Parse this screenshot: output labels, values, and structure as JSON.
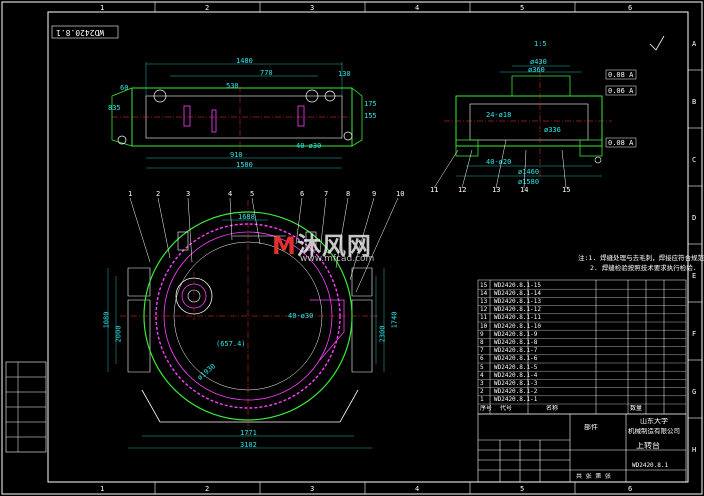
{
  "drawing_id": "WD2420.8.1",
  "scale_label": "1:5",
  "roughness": "√",
  "zones_top": [
    "1",
    "2",
    "3",
    "4",
    "5",
    "6"
  ],
  "zones_side": [
    "A",
    "B",
    "C",
    "D",
    "E",
    "F",
    "G",
    "H"
  ],
  "dims_top": [
    "1480",
    "770",
    "530",
    "910",
    "1580",
    "130",
    "175",
    "155",
    "60",
    "835",
    "40-ø30"
  ],
  "dims_front": [
    "1688",
    "1771",
    "3102",
    "ø1930",
    "1080",
    "2000",
    "2300",
    "1740",
    "(657.4)",
    "40-ø30"
  ],
  "dims_section": [
    "ø430",
    "ø360",
    "24-ø18",
    "ø336",
    "ø1460",
    "40-ø20",
    "ø1580"
  ],
  "gdt": [
    "0.08 A",
    "0.06 A",
    "0.08 A"
  ],
  "callouts": [
    "1",
    "2",
    "3",
    "4",
    "5",
    "6",
    "7",
    "8",
    "9",
    "10",
    "11",
    "12",
    "13",
    "14",
    "15"
  ],
  "notes": [
    "注:1. 焊缝处理与去毛刺，焊接应符合规范标准;",
    "2. 焊缝检验按照技术要求执行检验."
  ],
  "bom_rows": [
    [
      "15",
      "WD2420.8.1-15",
      "",
      ""
    ],
    [
      "14",
      "WD2420.8.1-14",
      "",
      ""
    ],
    [
      "13",
      "WD2420.8.1-13",
      "",
      ""
    ],
    [
      "12",
      "WD2420.8.1-12",
      "",
      ""
    ],
    [
      "11",
      "WD2420.8.1-11",
      "",
      ""
    ],
    [
      "10",
      "WD2420.8.1-10",
      "",
      ""
    ],
    [
      "9",
      "WD2420.8.1-9",
      "",
      ""
    ],
    [
      "8",
      "WD2420.8.1-8",
      "",
      ""
    ],
    [
      "7",
      "WD2420.8.1-7",
      "",
      ""
    ],
    [
      "6",
      "WD2420.8.1-6",
      "",
      ""
    ],
    [
      "5",
      "WD2420.8.1-5",
      "",
      ""
    ],
    [
      "4",
      "WD2420.8.1-4",
      "",
      ""
    ],
    [
      "3",
      "WD2420.8.1-3",
      "",
      ""
    ],
    [
      "2",
      "WD2420.8.1-2",
      "",
      ""
    ],
    [
      "1",
      "WD2420.8.1-1",
      "",
      ""
    ]
  ],
  "bom_header": [
    "序号",
    "代号",
    "名称",
    "数量"
  ],
  "title_block": {
    "school": "山东大学",
    "company": "机械制造有限公司",
    "part_name": "上转台",
    "material_label": "部件",
    "drawing_no": "WD2420.8.1",
    "sheet": "共 张 第 张"
  },
  "watermark": {
    "brand": "沐风网",
    "url": "www.mfcad.com"
  }
}
